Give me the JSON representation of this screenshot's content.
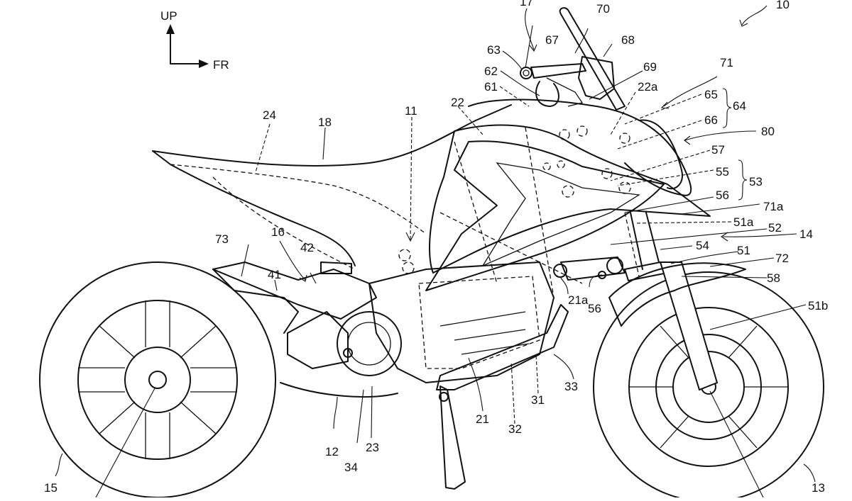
{
  "figure": {
    "type": "patent-drawing",
    "subject": "electric motorcycle side view",
    "orientation": {
      "up_label": "UP",
      "front_label": "FR"
    },
    "labels": {
      "l10": "10",
      "l11": "11",
      "l12": "12",
      "l13": "13",
      "l14": "14",
      "l15": "15",
      "l16": "16",
      "l17": "17",
      "l18": "18",
      "l21": "21",
      "l21a": "21a",
      "l22": "22",
      "l22a": "22a",
      "l23": "23",
      "l24": "24",
      "l31": "31",
      "l32": "32",
      "l33": "33",
      "l34": "34",
      "l41": "41",
      "l42": "42",
      "l51": "51",
      "l51a": "51a",
      "l51b": "51b",
      "l52": "52",
      "l53": "53",
      "l54": "54",
      "l55": "55",
      "l56a": "56",
      "l56b": "56",
      "l57": "57",
      "l58": "58",
      "l61": "61",
      "l62": "62",
      "l63": "63",
      "l64": "64",
      "l65": "65",
      "l66": "66",
      "l67": "67",
      "l68": "68",
      "l69": "69",
      "l70": "70",
      "l71": "71",
      "l71a": "71a",
      "l72": "72",
      "l73": "73",
      "l80": "80"
    }
  }
}
